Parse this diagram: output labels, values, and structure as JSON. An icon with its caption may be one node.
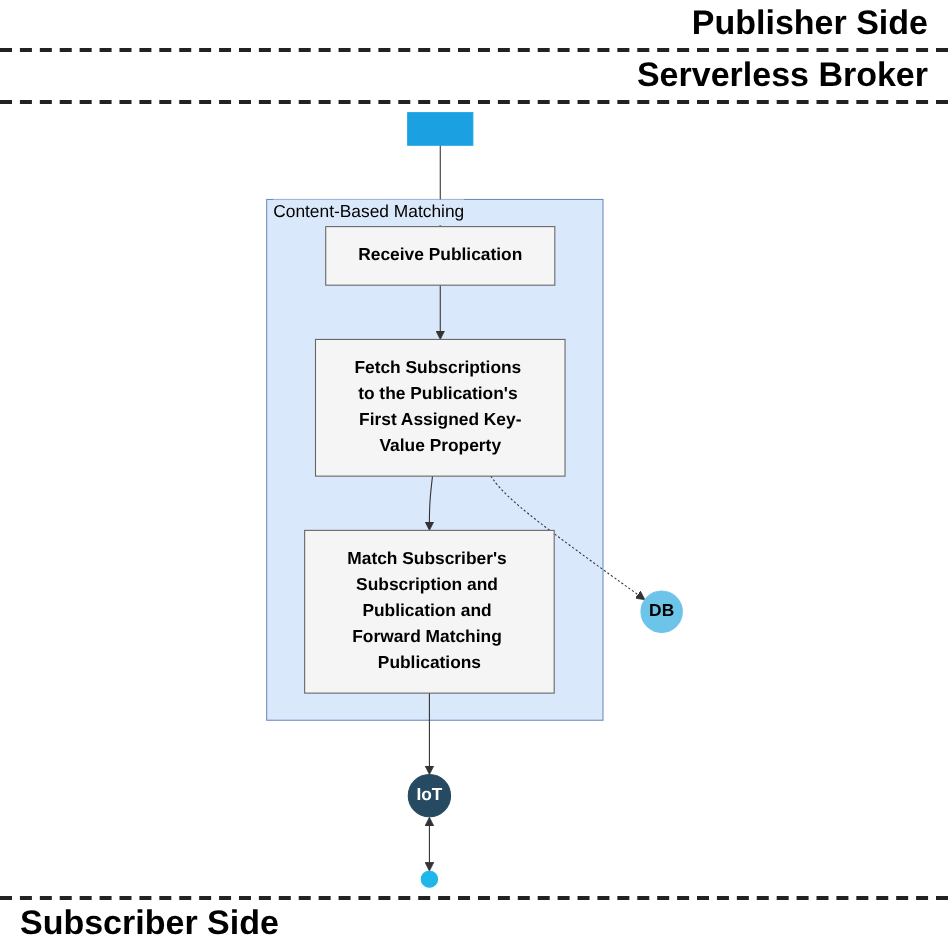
{
  "diagram": {
    "nodes": [
      {
        "text": [],
        "shape": "box"
      },
      {
        "text": [
          "Content-Based Matching"
        ]
      },
      {
        "text": [
          "Receive Publication"
        ],
        "in": 1
      },
      {
        "text": [
          "Fetch Subscriptions to the Publication's First Assigned Key-Value Property"
        ],
        "in": 1
      },
      {
        "text": [
          "Match Subscriber's Subscription and Publication and Forward Matching Publications"
        ],
        "in": 1
      },
      {
        "text": [
          "DB"
        ]
      },
      {
        "text": [
          "IoT"
        ]
      },
      {
        "text": [],
        "shape": "circle"
      }
    ],
    "edges": [
      {
        "from": 0,
        "to": 2,
        "arrow": "to"
      },
      {
        "from": 2,
        "to": 3,
        "arrow": "to"
      },
      {
        "from": 3,
        "to": 4,
        "arrow": "to"
      },
      {
        "from": 3,
        "to": 5,
        "arrow": "to",
        "style": "dashed"
      },
      {
        "from": 4,
        "to": 6,
        "arrow": "to"
      },
      {
        "from": 6,
        "to": 7,
        "arrow": "both"
      }
    ],
    "labels": [
      "Publisher Side",
      "Serverless Broker",
      "Subscriber Side"
    ]
  }
}
